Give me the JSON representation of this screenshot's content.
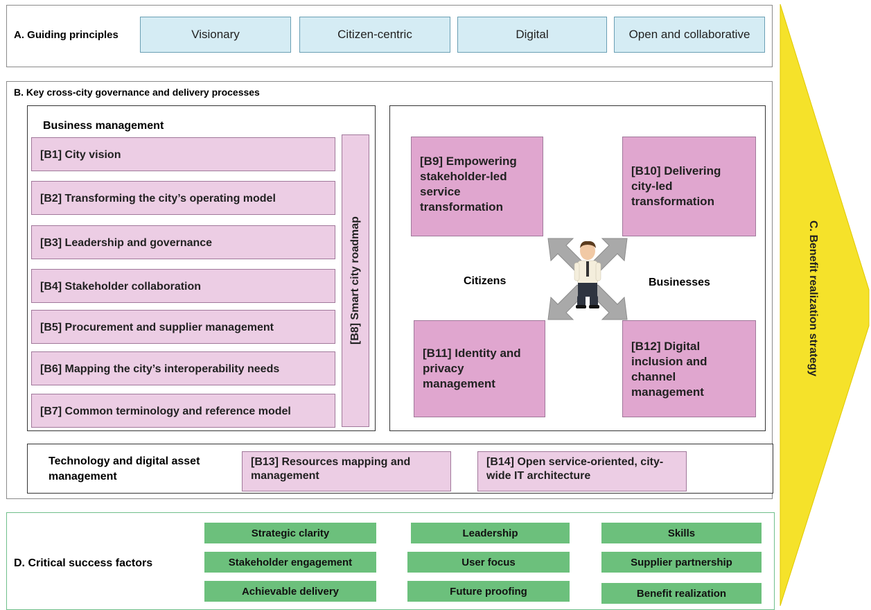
{
  "section_a": {
    "title": "A. Guiding principles",
    "principles": [
      "Visionary",
      "Citizen-centric",
      "Digital",
      "Open and collaborative"
    ]
  },
  "section_b": {
    "title": "B. Key cross-city governance and delivery processes",
    "business_management": {
      "title": "Business management",
      "items": [
        "[B1] City vision",
        "[B2] Transforming the city’s operating model",
        "[B3] Leadership and governance",
        "[B4] Stakeholder collaboration",
        "[B5] Procurement and supplier management",
        "[B6] Mapping the city’s interoperability needs",
        "[B7] Common terminology and reference model"
      ],
      "roadmap": "[B8] Smart city roadmap"
    },
    "transformation": {
      "b9": "[B9] Empowering stakeholder-led service transformation",
      "b10": "[B10] Delivering city-led transformation",
      "b11": "[B11] Identity and privacy management",
      "b12": "[B12] Digital inclusion and channel management",
      "citizens": "Citizens",
      "businesses": "Businesses"
    },
    "technology": {
      "title": "Technology and digital asset management",
      "b13": "[B13] Resources mapping and management",
      "b14": "[B14] Open service-oriented, city-wide IT architecture"
    }
  },
  "section_c": {
    "title": "C. Benefit realization strategy",
    "arrow_color": "#f5e22a"
  },
  "section_d": {
    "title": "D. Critical success factors",
    "factors": [
      "Strategic clarity",
      "Leadership",
      "Skills",
      "Stakeholder engagement",
      "User focus",
      "Supplier partnership",
      "Achievable delivery",
      "Future proofing",
      "Benefit realization"
    ]
  }
}
